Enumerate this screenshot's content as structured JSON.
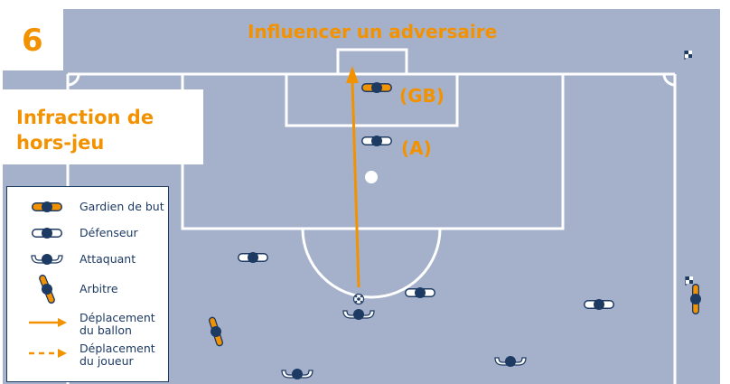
{
  "colors": {
    "pitch": "#a5b1cb",
    "lines": "#ffffff",
    "accent": "#f39200",
    "navy": "#1d3a63"
  },
  "card": {
    "number": "6",
    "title": "Influencer un adversaire",
    "subtitle_line1": "Infraction de",
    "subtitle_line2": "hors-jeu"
  },
  "labels": {
    "goalkeeper": "(GB)",
    "attacker": "(A)"
  },
  "legend": {
    "goalkeeper": "Gardien de but",
    "defender": "Défenseur",
    "attacker": "Attaquant",
    "referee": "Arbitre",
    "ball_move_line1": "Déplacement",
    "ball_move_line2": "du ballon",
    "player_move_line1": "Déplacement",
    "player_move_line2": "du joueur"
  }
}
